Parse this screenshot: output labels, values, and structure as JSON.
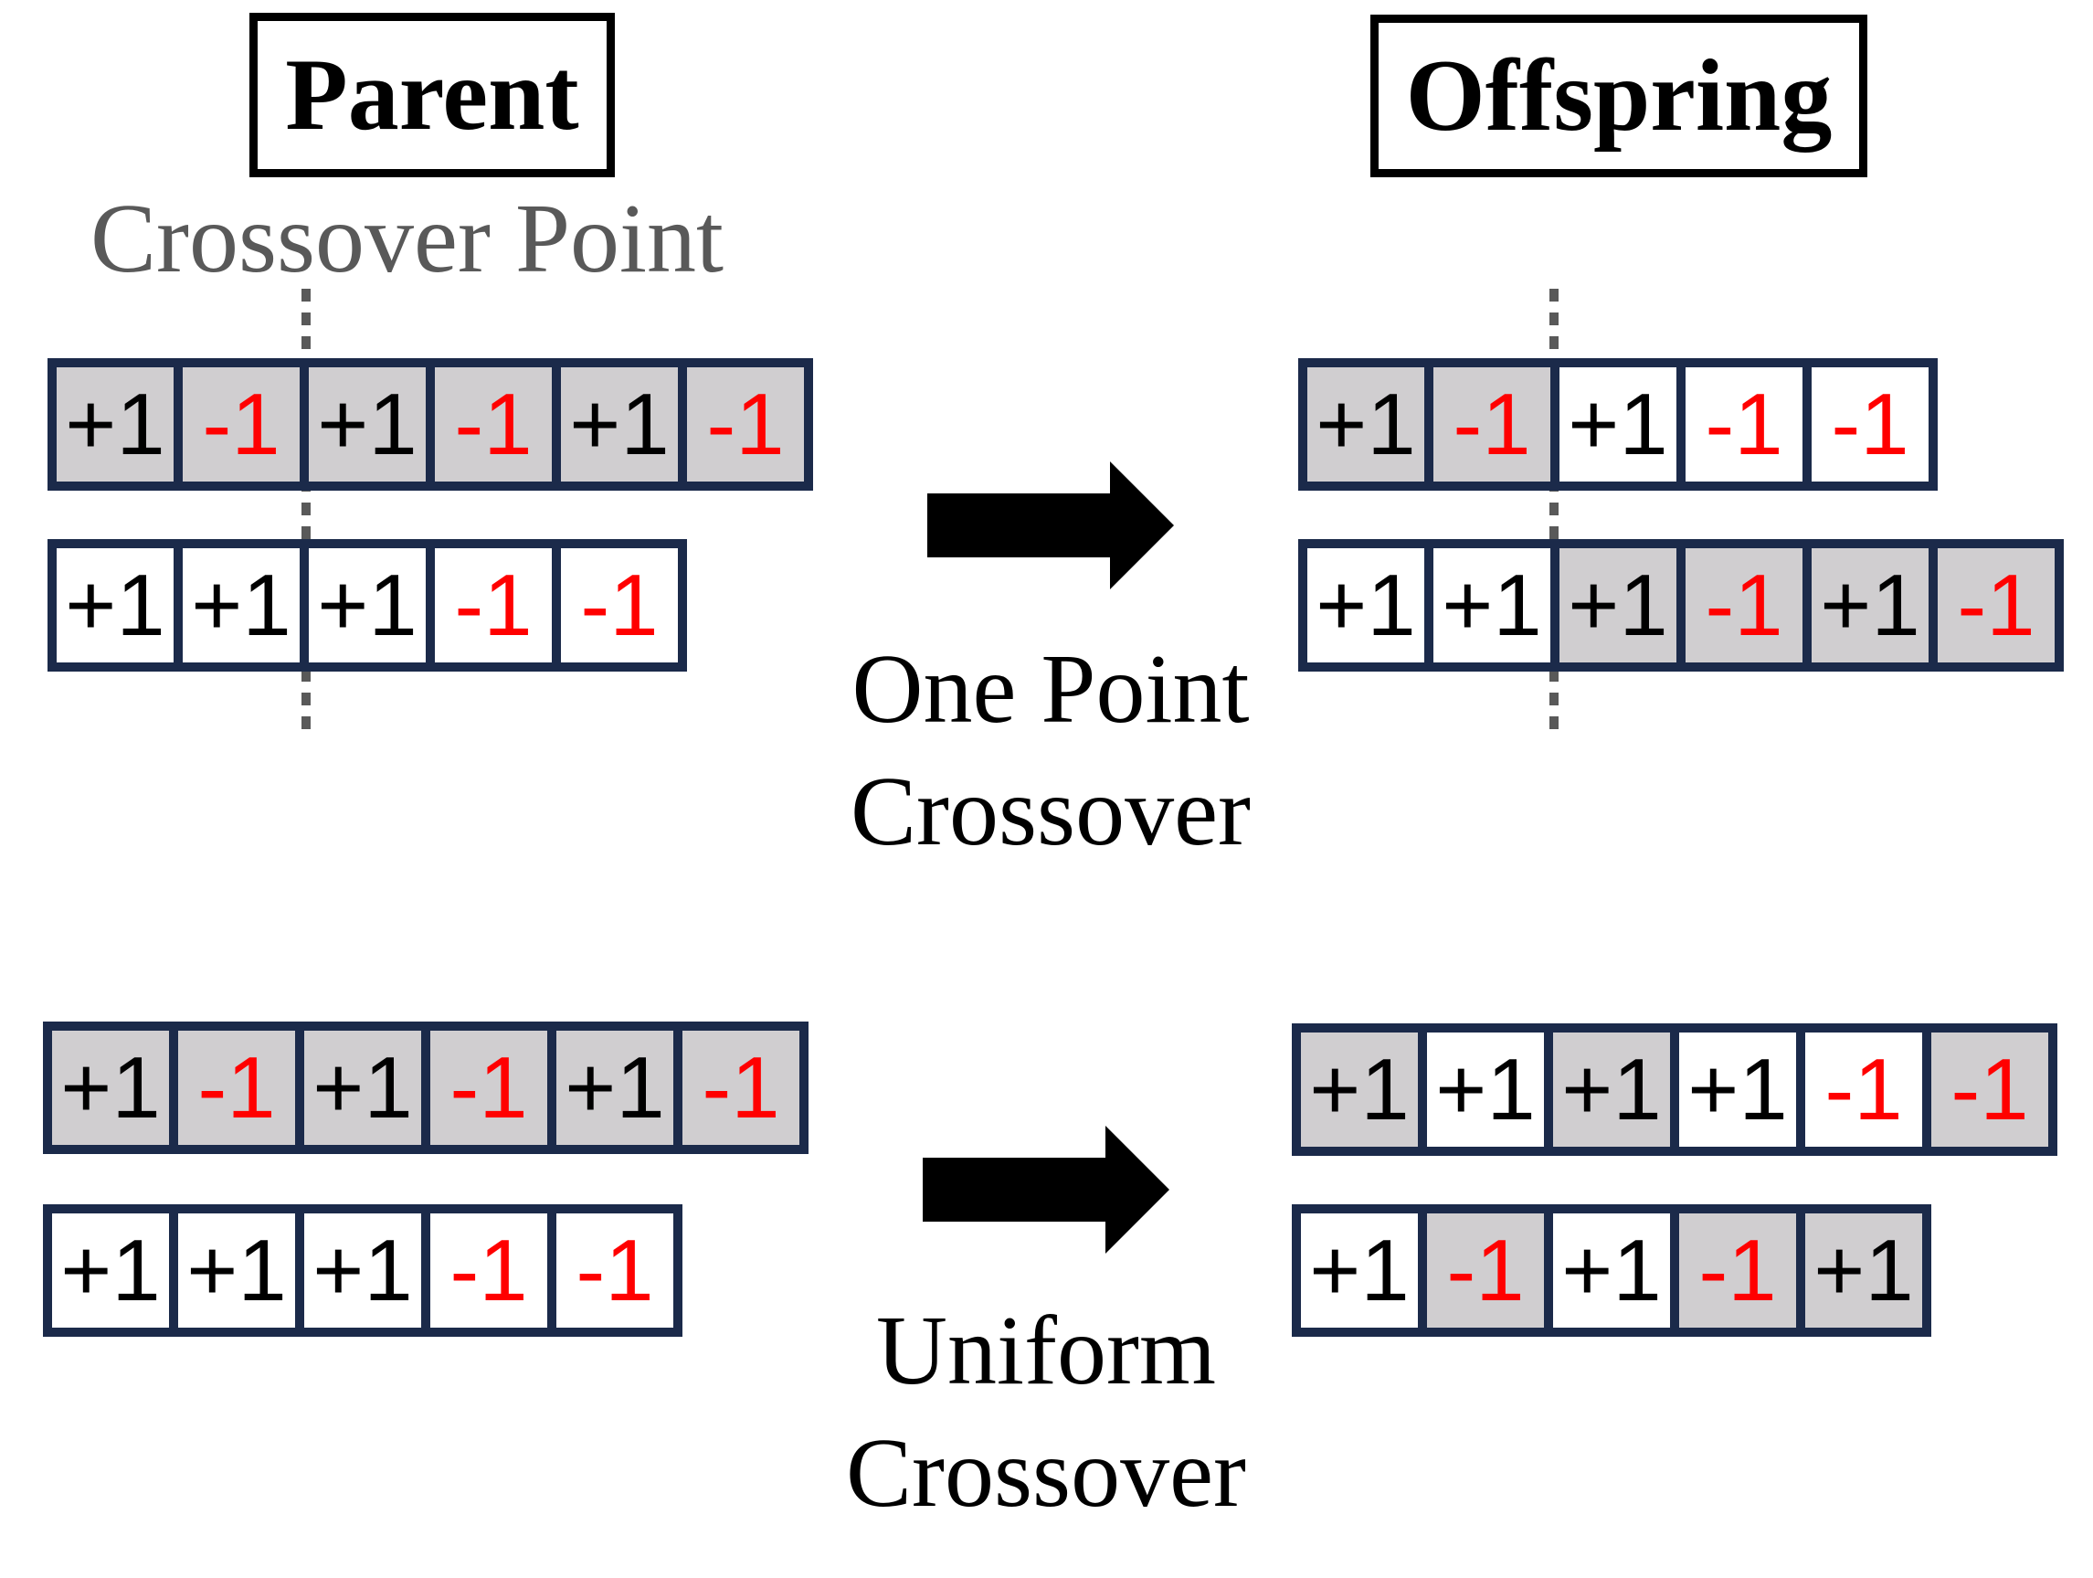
{
  "headers": {
    "parent": "Parent",
    "offspring": "Offspring"
  },
  "crossover_point_label": "Crossover Point",
  "methods": {
    "one_point": [
      "One Point",
      "Crossover"
    ],
    "uniform": [
      "Uniform",
      "Crossover"
    ]
  },
  "colors": {
    "cell_border": "#1b2a4a",
    "shaded_cell": "#d0ced0",
    "negative_text": "#ff0000",
    "divider": "#595959"
  },
  "rows": {
    "one_point_parent_1": [
      {
        "v": "+1",
        "shade": "gray"
      },
      {
        "v": "-1",
        "shade": "gray"
      },
      {
        "v": "+1",
        "shade": "gray"
      },
      {
        "v": "-1",
        "shade": "gray"
      },
      {
        "v": "+1",
        "shade": "gray"
      },
      {
        "v": "-1",
        "shade": "gray"
      }
    ],
    "one_point_parent_2": [
      {
        "v": "+1",
        "shade": "white"
      },
      {
        "v": "+1",
        "shade": "white"
      },
      {
        "v": "+1",
        "shade": "white"
      },
      {
        "v": "-1",
        "shade": "white"
      },
      {
        "v": "-1",
        "shade": "white"
      }
    ],
    "one_point_offspring_1": [
      {
        "v": "+1",
        "shade": "gray"
      },
      {
        "v": "-1",
        "shade": "gray"
      },
      {
        "v": "+1",
        "shade": "white"
      },
      {
        "v": "-1",
        "shade": "white"
      },
      {
        "v": "-1",
        "shade": "white"
      }
    ],
    "one_point_offspring_2": [
      {
        "v": "+1",
        "shade": "white"
      },
      {
        "v": "+1",
        "shade": "white"
      },
      {
        "v": "+1",
        "shade": "gray"
      },
      {
        "v": "-1",
        "shade": "gray"
      },
      {
        "v": "+1",
        "shade": "gray"
      },
      {
        "v": "-1",
        "shade": "gray"
      }
    ],
    "uniform_parent_1": [
      {
        "v": "+1",
        "shade": "gray"
      },
      {
        "v": "-1",
        "shade": "gray"
      },
      {
        "v": "+1",
        "shade": "gray"
      },
      {
        "v": "-1",
        "shade": "gray"
      },
      {
        "v": "+1",
        "shade": "gray"
      },
      {
        "v": "-1",
        "shade": "gray"
      }
    ],
    "uniform_parent_2": [
      {
        "v": "+1",
        "shade": "white"
      },
      {
        "v": "+1",
        "shade": "white"
      },
      {
        "v": "+1",
        "shade": "white"
      },
      {
        "v": "-1",
        "shade": "white"
      },
      {
        "v": "-1",
        "shade": "white"
      }
    ],
    "uniform_offspring_1": [
      {
        "v": "+1",
        "shade": "gray"
      },
      {
        "v": "+1",
        "shade": "white"
      },
      {
        "v": "+1",
        "shade": "gray"
      },
      {
        "v": "+1",
        "shade": "white"
      },
      {
        "v": "-1",
        "shade": "white"
      },
      {
        "v": "-1",
        "shade": "gray"
      }
    ],
    "uniform_offspring_2": [
      {
        "v": "+1",
        "shade": "white"
      },
      {
        "v": "-1",
        "shade": "gray"
      },
      {
        "v": "+1",
        "shade": "white"
      },
      {
        "v": "-1",
        "shade": "gray"
      },
      {
        "v": "+1",
        "shade": "gray"
      }
    ]
  }
}
